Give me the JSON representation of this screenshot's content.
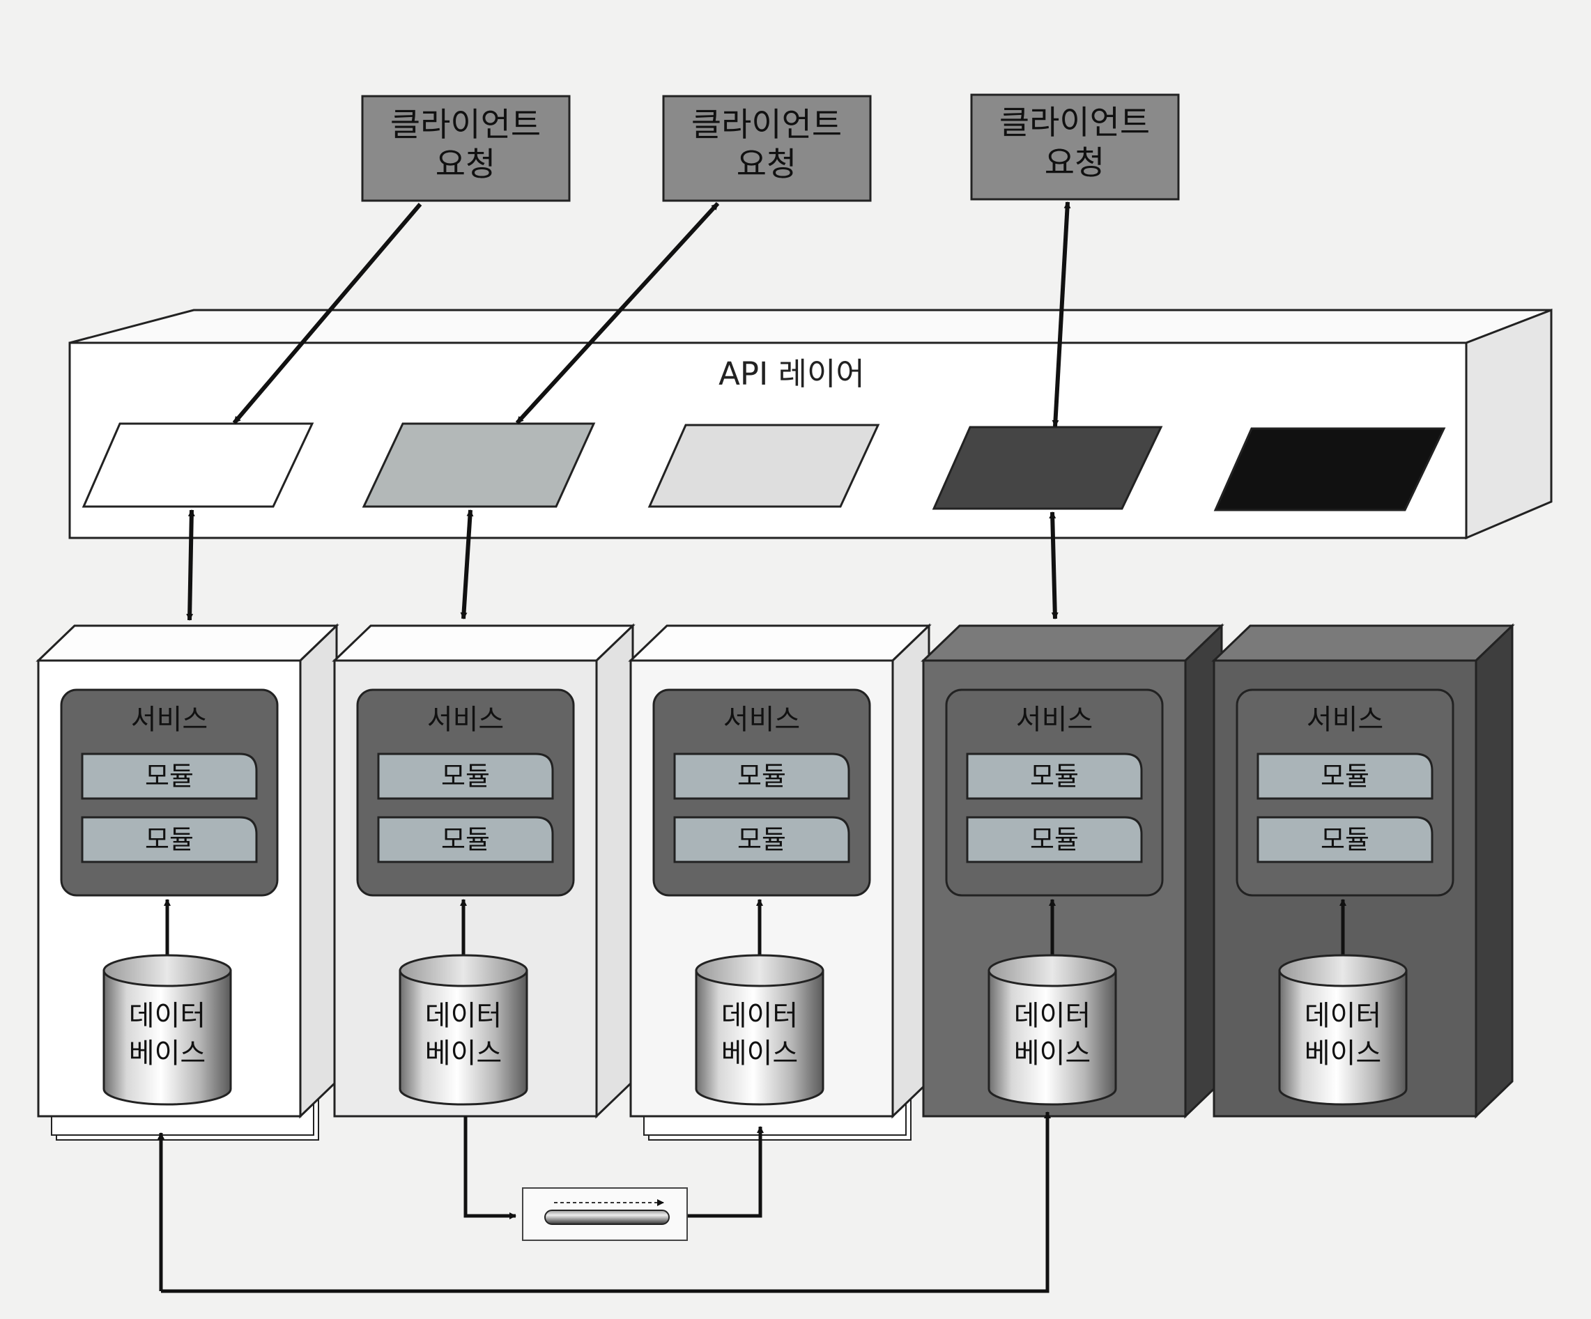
{
  "clients": [
    {
      "line1": "클라이언트",
      "line2": "요청"
    },
    {
      "line1": "클라이언트",
      "line2": "요청"
    },
    {
      "line1": "클라이언트",
      "line2": "요청"
    }
  ],
  "api_layer": {
    "label": "API 레이어"
  },
  "endpoints": [
    {
      "color": "#ffffff"
    },
    {
      "color": "#b3b8b8"
    },
    {
      "color": "#dedede"
    },
    {
      "color": "#454545"
    },
    {
      "color": "#111111"
    }
  ],
  "services": [
    {
      "title": "서비스",
      "module1": "모듈",
      "module2": "모듈",
      "db_line1": "데이터",
      "db_line2": "베이스",
      "box_color": "#ffffff",
      "stacked": true
    },
    {
      "title": "서비스",
      "module1": "모듈",
      "module2": "모듈",
      "db_line1": "데이터",
      "db_line2": "베이스",
      "box_color": "#ebebeb",
      "stacked": false
    },
    {
      "title": "서비스",
      "module1": "모듈",
      "module2": "모듈",
      "db_line1": "데이터",
      "db_line2": "베이스",
      "box_color": "#f6f6f6",
      "stacked": true
    },
    {
      "title": "서비스",
      "module1": "모듈",
      "module2": "모듈",
      "db_line1": "데이터",
      "db_line2": "베이스",
      "box_color": "#6c6c6c",
      "stacked": false
    },
    {
      "title": "서비스",
      "module1": "모듈",
      "module2": "모듈",
      "db_line1": "데이터",
      "db_line2": "베이스",
      "box_color": "#5e5e5e",
      "stacked": false
    }
  ],
  "colors": {
    "client_box": "#8a8a8a",
    "service_inner": "#646464",
    "module": "#aab4b8",
    "arrow": "#111111"
  }
}
